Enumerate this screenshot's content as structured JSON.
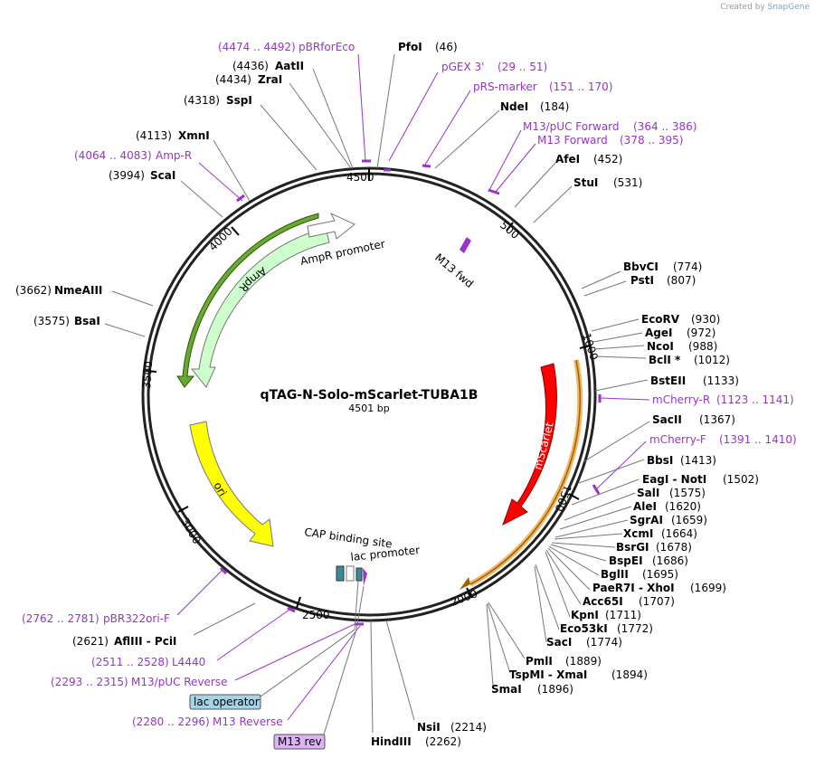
{
  "credit": {
    "prefix": "Created by",
    "brand": "SnapGene"
  },
  "title": "qTAG-N-Solo-mScarlet-TUBA1B",
  "size": "4501 bp",
  "ticks": [
    "500",
    "1000",
    "1500",
    "2000",
    "2500",
    "3000",
    "3500",
    "4000",
    "4500"
  ],
  "sites": [
    {
      "name": "PfoI",
      "pos": "(46)"
    },
    {
      "name": "NdeI",
      "pos": "(184)"
    },
    {
      "name": "AfeI",
      "pos": "(452)"
    },
    {
      "name": "StuI",
      "pos": "(531)"
    },
    {
      "name": "BbvCI",
      "pos": "(774)"
    },
    {
      "name": "PstI",
      "pos": "(807)"
    },
    {
      "name": "EcoRV",
      "pos": "(930)"
    },
    {
      "name": "AgeI",
      "pos": "(972)"
    },
    {
      "name": "NcoI",
      "pos": "(988)"
    },
    {
      "name": "BclI *",
      "pos": "(1012)"
    },
    {
      "name": "BstEII",
      "pos": "(1133)"
    },
    {
      "name": "SacII",
      "pos": "(1367)"
    },
    {
      "name": "BbsI",
      "pos": "(1413)"
    },
    {
      "name": "EagI  -  NotI",
      "pos": "(1502)"
    },
    {
      "name": "SalI",
      "pos": "(1575)"
    },
    {
      "name": "AleI",
      "pos": "(1620)"
    },
    {
      "name": "SgrAI",
      "pos": "(1659)"
    },
    {
      "name": "XcmI",
      "pos": "(1664)"
    },
    {
      "name": "BsrGI",
      "pos": "(1678)"
    },
    {
      "name": "BspEI",
      "pos": "(1686)"
    },
    {
      "name": "BglII",
      "pos": "(1695)"
    },
    {
      "name": "PaeR7I  -  XhoI",
      "pos": "(1699)"
    },
    {
      "name": "Acc65I",
      "pos": "(1707)"
    },
    {
      "name": "KpnI",
      "pos": "(1711)"
    },
    {
      "name": "Eco53kI",
      "pos": "(1772)"
    },
    {
      "name": "SacI",
      "pos": "(1774)"
    },
    {
      "name": "PmlI",
      "pos": "(1889)"
    },
    {
      "name": "TspMI  -  XmaI",
      "pos": "(1894)"
    },
    {
      "name": "SmaI",
      "pos": "(1896)"
    },
    {
      "name": "NsiI",
      "pos": "(2214)"
    },
    {
      "name": "HindIII",
      "pos": "(2262)"
    },
    {
      "name": "AflIII  -  PciI",
      "pos": "(2621)"
    },
    {
      "name": "BsaI",
      "pos": "(3575)"
    },
    {
      "name": "NmeAIII",
      "pos": "(3662)"
    },
    {
      "name": "ScaI",
      "pos": "(3994)"
    },
    {
      "name": "XmnI",
      "pos": "(4113)"
    },
    {
      "name": "SspI",
      "pos": "(4318)"
    },
    {
      "name": "ZraI",
      "pos": "(4434)"
    },
    {
      "name": "AatII",
      "pos": "(4436)"
    }
  ],
  "primers": [
    {
      "name": "pBRforEco",
      "range": "(4474 .. 4492)"
    },
    {
      "name": "pGEX 3'",
      "range": "(29 .. 51)"
    },
    {
      "name": "pRS-marker",
      "range": "(151 .. 170)"
    },
    {
      "name": "M13/pUC Forward",
      "range": "(364 .. 386)"
    },
    {
      "name": "M13 Forward",
      "range": "(378 .. 395)"
    },
    {
      "name": "mCherry-R",
      "range": "(1123 .. 1141)"
    },
    {
      "name": "mCherry-F",
      "range": "(1391 .. 1410)"
    },
    {
      "name": "Amp-R",
      "range": "(4064 .. 4083)"
    },
    {
      "name": "pBR322ori-F",
      "range": "(2762 .. 2781)"
    },
    {
      "name": "L4440",
      "range": "(2511 .. 2528)"
    },
    {
      "name": "M13/pUC Reverse",
      "range": "(2293 .. 2315)"
    },
    {
      "name": "M13 Reverse",
      "range": "(2280 .. 2296)"
    }
  ],
  "features": {
    "mScarlet": "mScarlet",
    "AmpR": "AmpR",
    "AmpR_promoter": "AmpR promoter",
    "ori": "ori",
    "M13_fwd": "M13 fwd",
    "CAP": "CAP binding site",
    "lac_promoter": "lac promoter",
    "lac_operator": "lac operator",
    "M13_rev": "M13 rev"
  },
  "colors": {
    "mScarlet": "#ff0000",
    "AmpR": "#ccffcc",
    "ori": "#ffff00",
    "M13": "#9933cc",
    "primer": "#9933cc",
    "lac_operator_box": "#a6d4e6",
    "M13_rev_box": "#dab3f0"
  }
}
